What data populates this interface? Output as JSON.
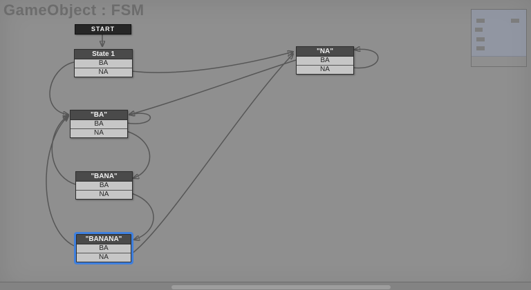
{
  "window": {
    "title": "GameObject : FSM"
  },
  "graph": {
    "start_node": {
      "label": "START"
    },
    "nodes": [
      {
        "id": "state1",
        "title": "State 1",
        "transitions": [
          "BA",
          "NA"
        ],
        "selected": false
      },
      {
        "id": "na",
        "title": "\"NA\"",
        "transitions": [
          "BA",
          "NA"
        ],
        "selected": false
      },
      {
        "id": "ba",
        "title": "\"BA\"",
        "transitions": [
          "BA",
          "NA"
        ],
        "selected": false
      },
      {
        "id": "bana",
        "title": "\"BANA\"",
        "transitions": [
          "BA",
          "NA"
        ],
        "selected": false
      },
      {
        "id": "banana",
        "title": "\"BANANA\"",
        "transitions": [
          "BA",
          "NA"
        ],
        "selected": true
      }
    ],
    "edges": [
      {
        "from": "START",
        "event": "",
        "to": "State 1"
      },
      {
        "from": "State 1",
        "event": "BA",
        "to": "\"BA\""
      },
      {
        "from": "State 1",
        "event": "NA",
        "to": "\"NA\""
      },
      {
        "from": "\"NA\"",
        "event": "BA",
        "to": "\"BA\""
      },
      {
        "from": "\"NA\"",
        "event": "NA",
        "to": "\"NA\""
      },
      {
        "from": "\"BA\"",
        "event": "BA",
        "to": "\"BA\""
      },
      {
        "from": "\"BA\"",
        "event": "NA",
        "to": "\"BANA\""
      },
      {
        "from": "\"BANA\"",
        "event": "BA",
        "to": "\"BA\""
      },
      {
        "from": "\"BANA\"",
        "event": "NA",
        "to": "\"BANANA\""
      },
      {
        "from": "\"BANANA\"",
        "event": "BA",
        "to": "\"BA\""
      },
      {
        "from": "\"BANANA\"",
        "event": "NA",
        "to": "\"NA\""
      }
    ]
  },
  "colors": {
    "canvas_background": "#8f8f8f",
    "title_text": "#6c6c6c",
    "node_header": "#4a4a4a",
    "node_row": "#c6c6c6",
    "node_border": "#2d2d2d",
    "edge": "#565656",
    "selection_outline": "#3e7fde",
    "start_node": "#262626",
    "minimap_viewport": "#949db2",
    "scrollbar_thumb": "#9d9d9d"
  },
  "minimap": {
    "node_marker_count": 5
  },
  "scrollbar": {
    "orientation": "horizontal"
  }
}
